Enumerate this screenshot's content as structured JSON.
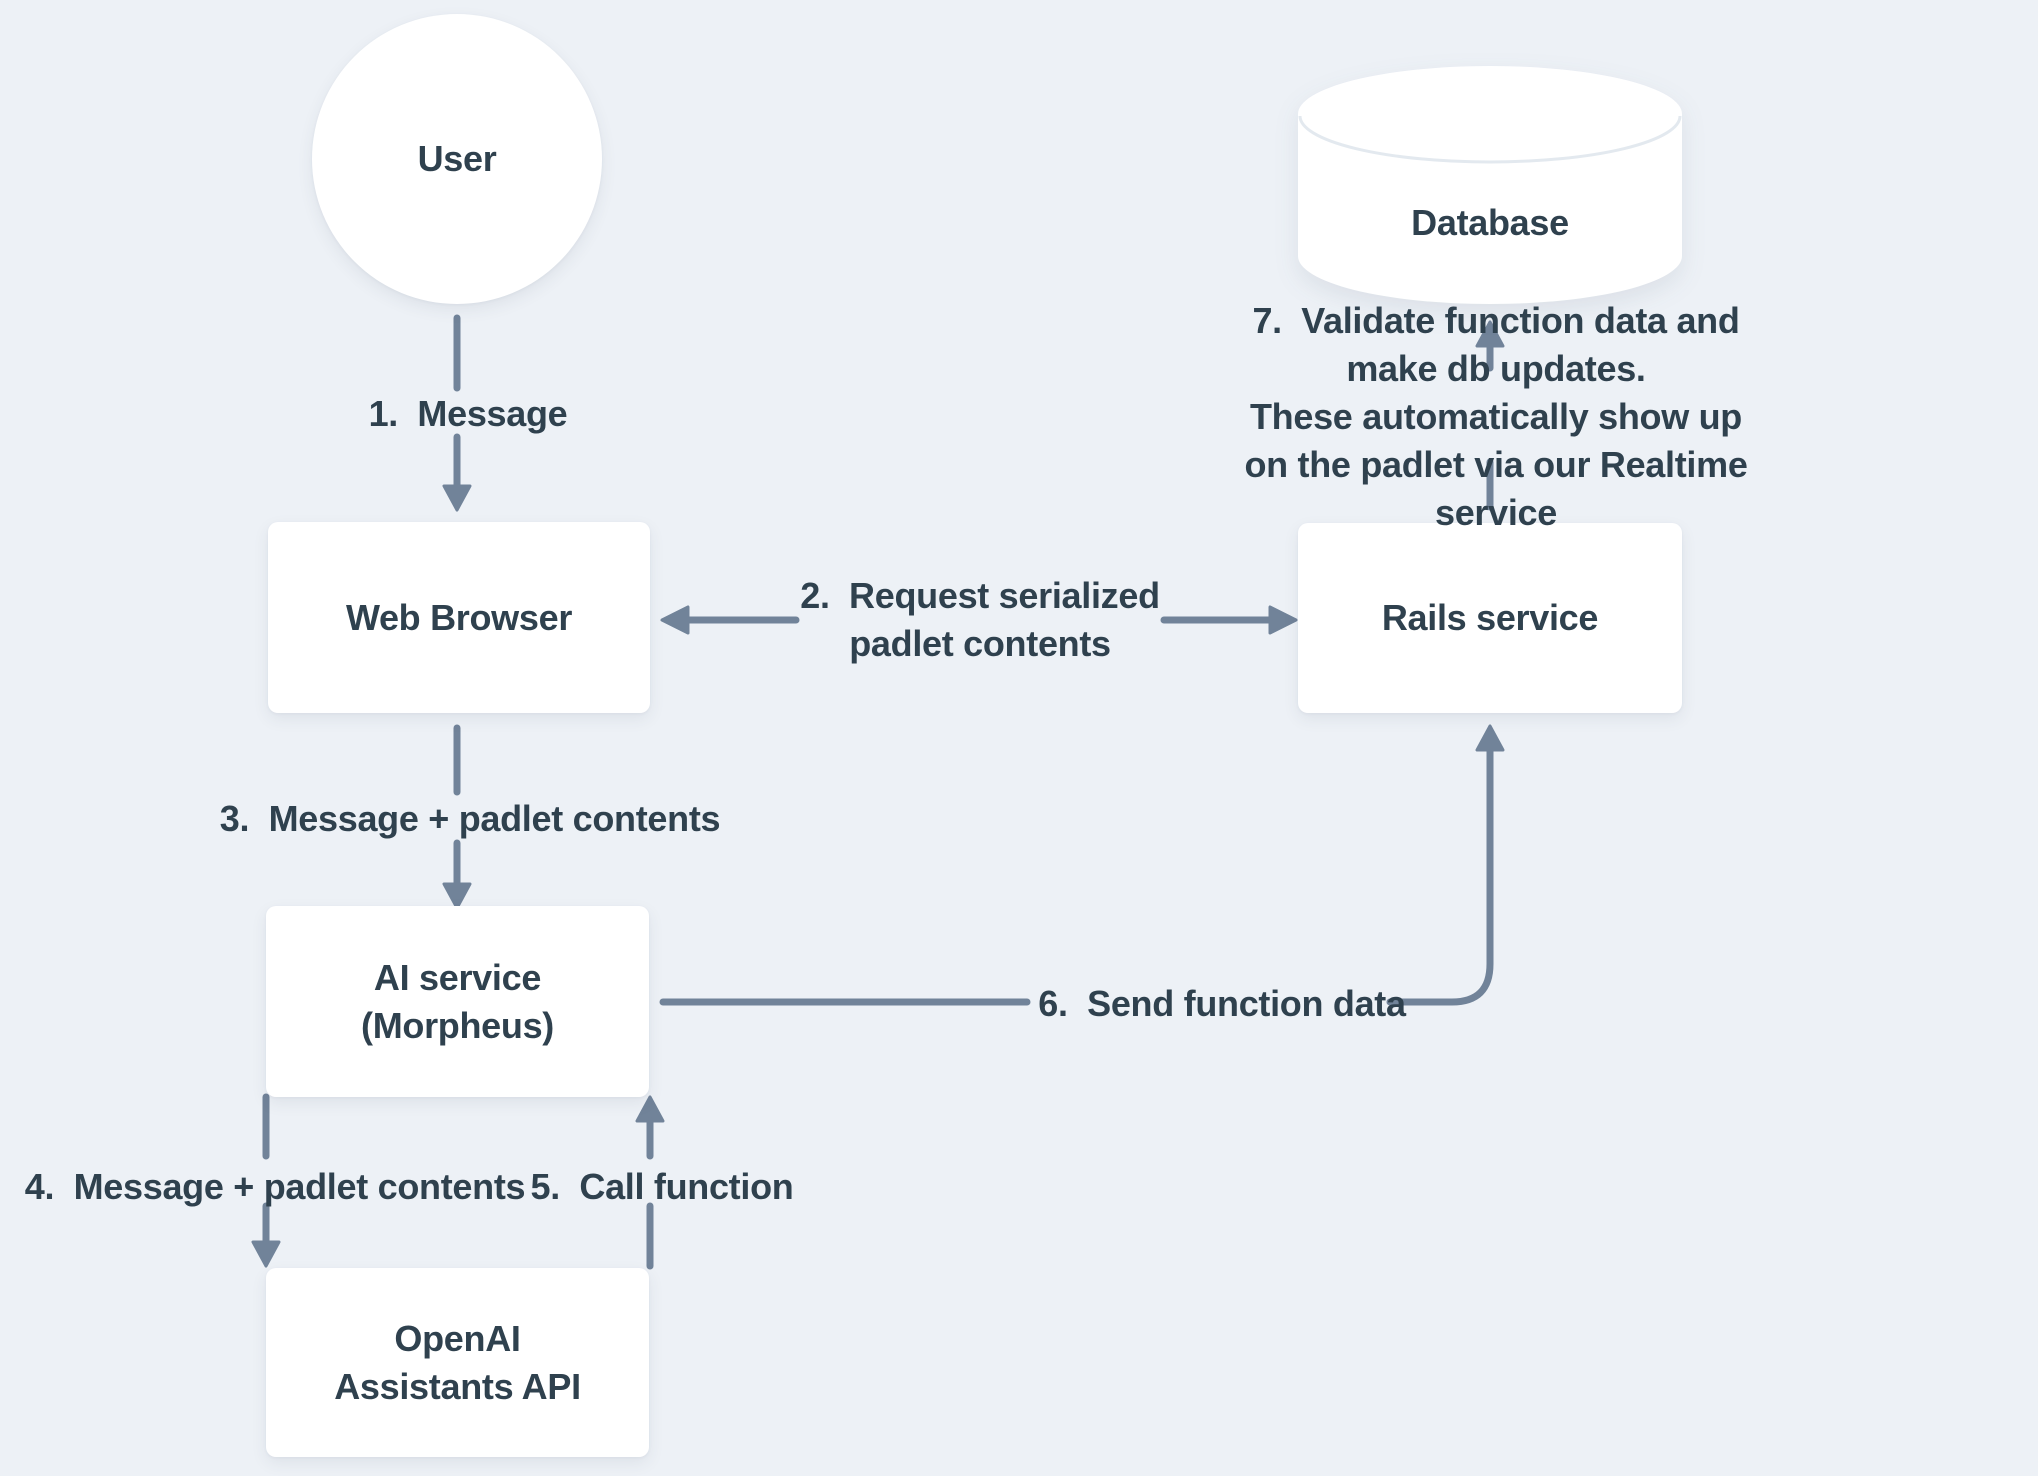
{
  "colors": {
    "background": "#EDF1F6",
    "node_fill": "#FFFFFF",
    "text": "#2F414E",
    "arrow": "#718399",
    "cylinder_rim": "#E3E9EF"
  },
  "nodes": {
    "user": {
      "label": "User",
      "shape": "circle"
    },
    "web_browser": {
      "label": "Web Browser",
      "shape": "rectangle"
    },
    "rails_service": {
      "label": "Rails service",
      "shape": "rectangle"
    },
    "database": {
      "label": "Database",
      "shape": "cylinder"
    },
    "ai_service": {
      "label": "AI service\n(Morpheus)",
      "shape": "rectangle"
    },
    "openai_assistants_api": {
      "label": "OpenAI\nAssistants API",
      "shape": "rectangle"
    }
  },
  "edges": {
    "step1": {
      "label": "1.  Message",
      "from": "user",
      "to": "web_browser",
      "direction": "down"
    },
    "step2": {
      "label": "2.  Request serialized\npadlet contents",
      "from": "web_browser",
      "to": "rails_service",
      "direction": "both"
    },
    "step3": {
      "label": "3.  Message + padlet contents",
      "from": "web_browser",
      "to": "ai_service",
      "direction": "down"
    },
    "step4": {
      "label": "4.  Message + padlet contents",
      "from": "ai_service",
      "to": "openai_assistants_api",
      "direction": "down"
    },
    "step5": {
      "label": "5.  Call function",
      "from": "openai_assistants_api",
      "to": "ai_service",
      "direction": "up"
    },
    "step6": {
      "label": "6.  Send function data",
      "from": "ai_service",
      "to": "rails_service",
      "direction": "right-up"
    },
    "step7": {
      "label": "7.  Validate function data and make db updates.\nThese automatically show up on the padlet via our Realtime service",
      "from": "rails_service",
      "to": "database",
      "direction": "up"
    }
  }
}
